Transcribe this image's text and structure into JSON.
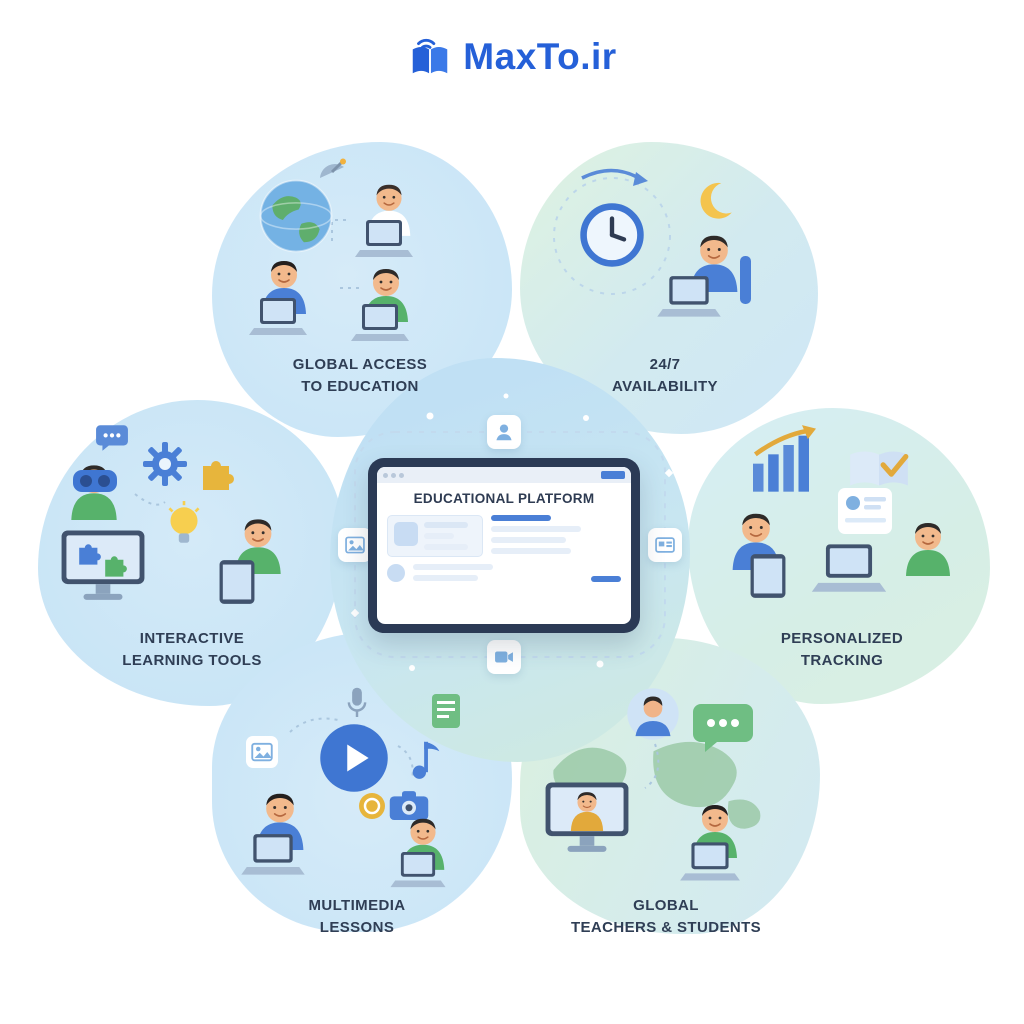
{
  "header": {
    "brand": "MaxTo.ir",
    "logo_icon": "book-wifi-icon",
    "brand_color": "#2560d8"
  },
  "center": {
    "title": "EDUCATIONAL PLATFORM",
    "device": "tablet",
    "floating_icons": [
      "user-icon",
      "image-icon",
      "video-camera-icon",
      "id-card-icon"
    ]
  },
  "features": [
    {
      "id": "global-access",
      "label1": "GLOBAL ACCESS",
      "label2": "TO EDUCATION",
      "icons": [
        "globe-icon",
        "satellite-dish-icon",
        "student-with-laptop",
        "student-with-laptop",
        "student-with-laptop"
      ]
    },
    {
      "id": "availability",
      "label1": "24/7",
      "label2": "AVAILABILITY",
      "icons": [
        "clock-icon",
        "arrow-arc-icon",
        "crescent-moon-icon",
        "student-with-laptop"
      ]
    },
    {
      "id": "interactive-learning",
      "label1": "INTERACTIVE",
      "label2": "LEARNING TOOLS",
      "icons": [
        "chat-icon",
        "vr-headset-icon",
        "gear-icon",
        "puzzle-icon",
        "lightbulb-icon",
        "monitor-puzzle-icon",
        "student-with-tablet"
      ]
    },
    {
      "id": "personalized-tracking",
      "label1": "PERSONALIZED",
      "label2": "TRACKING",
      "icons": [
        "bar-chart-arrow-icon",
        "book-check-icon",
        "laptop-profile-icon",
        "student-with-tablet",
        "student-icon"
      ]
    },
    {
      "id": "multimedia-lessons",
      "label1": "MULTIMEDIA",
      "label2": "LESSONS",
      "icons": [
        "microphone-icon",
        "image-icon",
        "play-button-icon",
        "music-note-icon",
        "document-icon",
        "coin-icon",
        "camera-icon",
        "student-with-laptop",
        "student-with-laptop"
      ]
    },
    {
      "id": "global-teachers-students",
      "label1": "GLOBAL",
      "label2": "TEACHERS & STUDENTS",
      "icons": [
        "world-map-icon",
        "avatar-icon",
        "chat-bubble-icon",
        "teacher-on-monitor-icon",
        "student-with-laptop"
      ]
    }
  ],
  "colors": {
    "brand_blue": "#2560d8",
    "accent_blue": "#4a7fd6",
    "accent_green": "#6fbe83",
    "accent_gold": "#e7b53c",
    "blob_blue": "#cbe6f7",
    "blob_green": "#d9efe2",
    "label_text": "#2f3e55",
    "tablet_frame": "#2b3a55"
  }
}
